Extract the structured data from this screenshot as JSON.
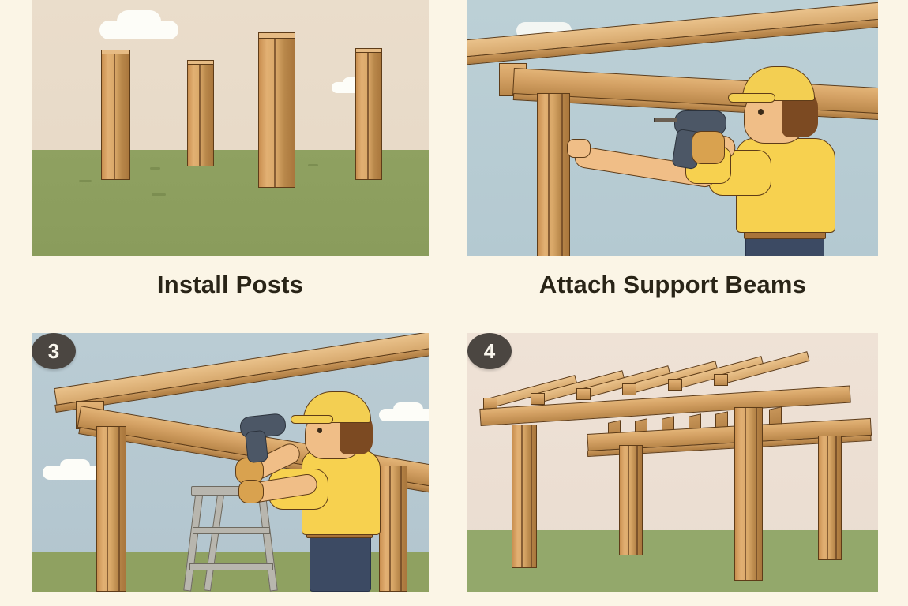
{
  "page": {
    "background_color": "#FBF5E6",
    "caption_color": "#292417",
    "layout": "2x2 illustrated step grid"
  },
  "palette": {
    "wood_light": "#E2B073",
    "wood_mid": "#D9A868",
    "wood_dark": "#B8874A",
    "wood_outline": "#5E3C18",
    "sky_beige": "#E9DCCB",
    "sky_blue": "#B8CDD4",
    "grass_green": "#8FA060",
    "badge_gray": "#4B4641",
    "shirt_yellow": "#F7D14F",
    "hat_yellow": "#F3CF52",
    "pants_navy": "#3C4A63",
    "skin": "#F0BE87",
    "hair_brown": "#7C4A22",
    "cloud_white": "#FDFDF8"
  },
  "steps": [
    {
      "number": "",
      "badge_visible": false,
      "caption": "Install Posts",
      "scene": "four upright wooden posts set in a grassy yard against a beige sky with clouds",
      "scene_kind": "posts",
      "sky_color": "#E9DCCB",
      "ground_color": "#8FA060"
    },
    {
      "number": "",
      "badge_visible": false,
      "caption": "Attach Support Beams",
      "scene": "worker in yellow hard hat and yellow shirt uses a power drill to fasten a support beam to a post",
      "scene_kind": "worker-beam",
      "sky_color": "#B8CDD4",
      "ground_color": "#B8CDD4"
    },
    {
      "number": "3",
      "badge_visible": true,
      "caption": "",
      "scene": "worker on a step ladder drilling rafters onto the pergola frame under a blue sky over green grass",
      "scene_kind": "worker-ladder",
      "sky_color": "#B6C9D2",
      "ground_color": "#8FA060"
    },
    {
      "number": "4",
      "badge_visible": true,
      "caption": "",
      "scene": "completed wooden pergola with posts, beams and slatted roof on green grass",
      "scene_kind": "pergola",
      "sky_color": "#EDE0D4",
      "ground_color": "#93A86B"
    }
  ]
}
